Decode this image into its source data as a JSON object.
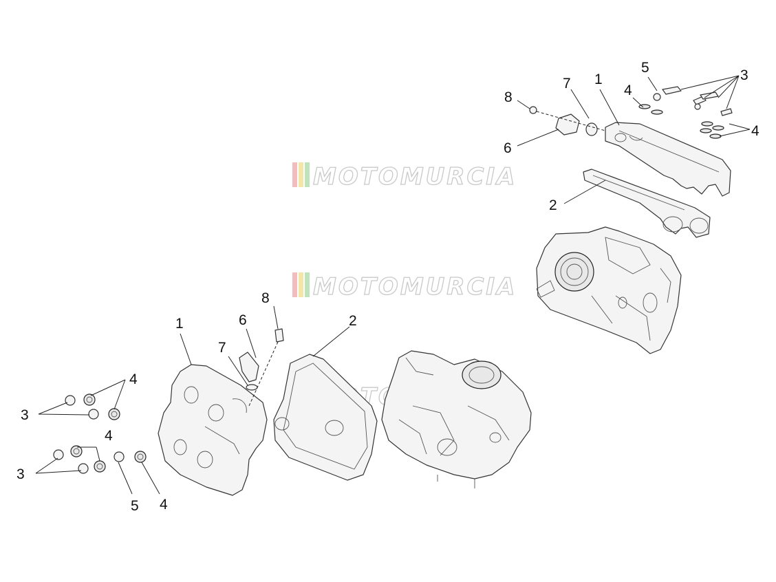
{
  "watermark": {
    "text": "MOTOMURCIA",
    "stripe_colors": [
      "#f2bcbc",
      "#f3e6a6",
      "#bfe3b8"
    ]
  },
  "callouts_right": [
    "8",
    "7",
    "1",
    "5",
    "3",
    "4",
    "4",
    "6",
    "2"
  ],
  "callouts_left": [
    "8",
    "6",
    "2",
    "1",
    "7",
    "4",
    "3",
    "4",
    "3",
    "5",
    "4"
  ]
}
